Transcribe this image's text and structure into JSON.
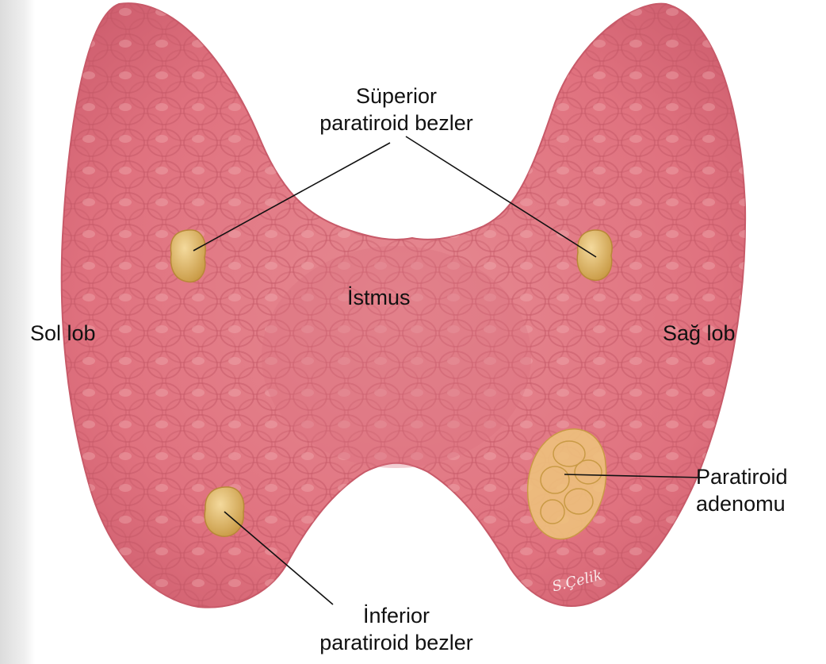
{
  "labels": {
    "superior": {
      "line1": "Süperior",
      "line2": "paratiroid bezler"
    },
    "istmus": "İstmus",
    "sol_lob": "Sol lob",
    "sag_lob": "Sağ lob",
    "adenomu": {
      "line1": "Paratiroid",
      "line2": "adenomu"
    },
    "inferior": {
      "line1": "İnferior",
      "line2": "paratiroid bezler"
    }
  },
  "signature": "S.Çelik",
  "colors": {
    "thyroid": "#e8808a",
    "thyroid_dark": "#c9566a",
    "gland": "#e6bb6e",
    "adenoma": "#edc17c",
    "leader_line": "#111111"
  }
}
